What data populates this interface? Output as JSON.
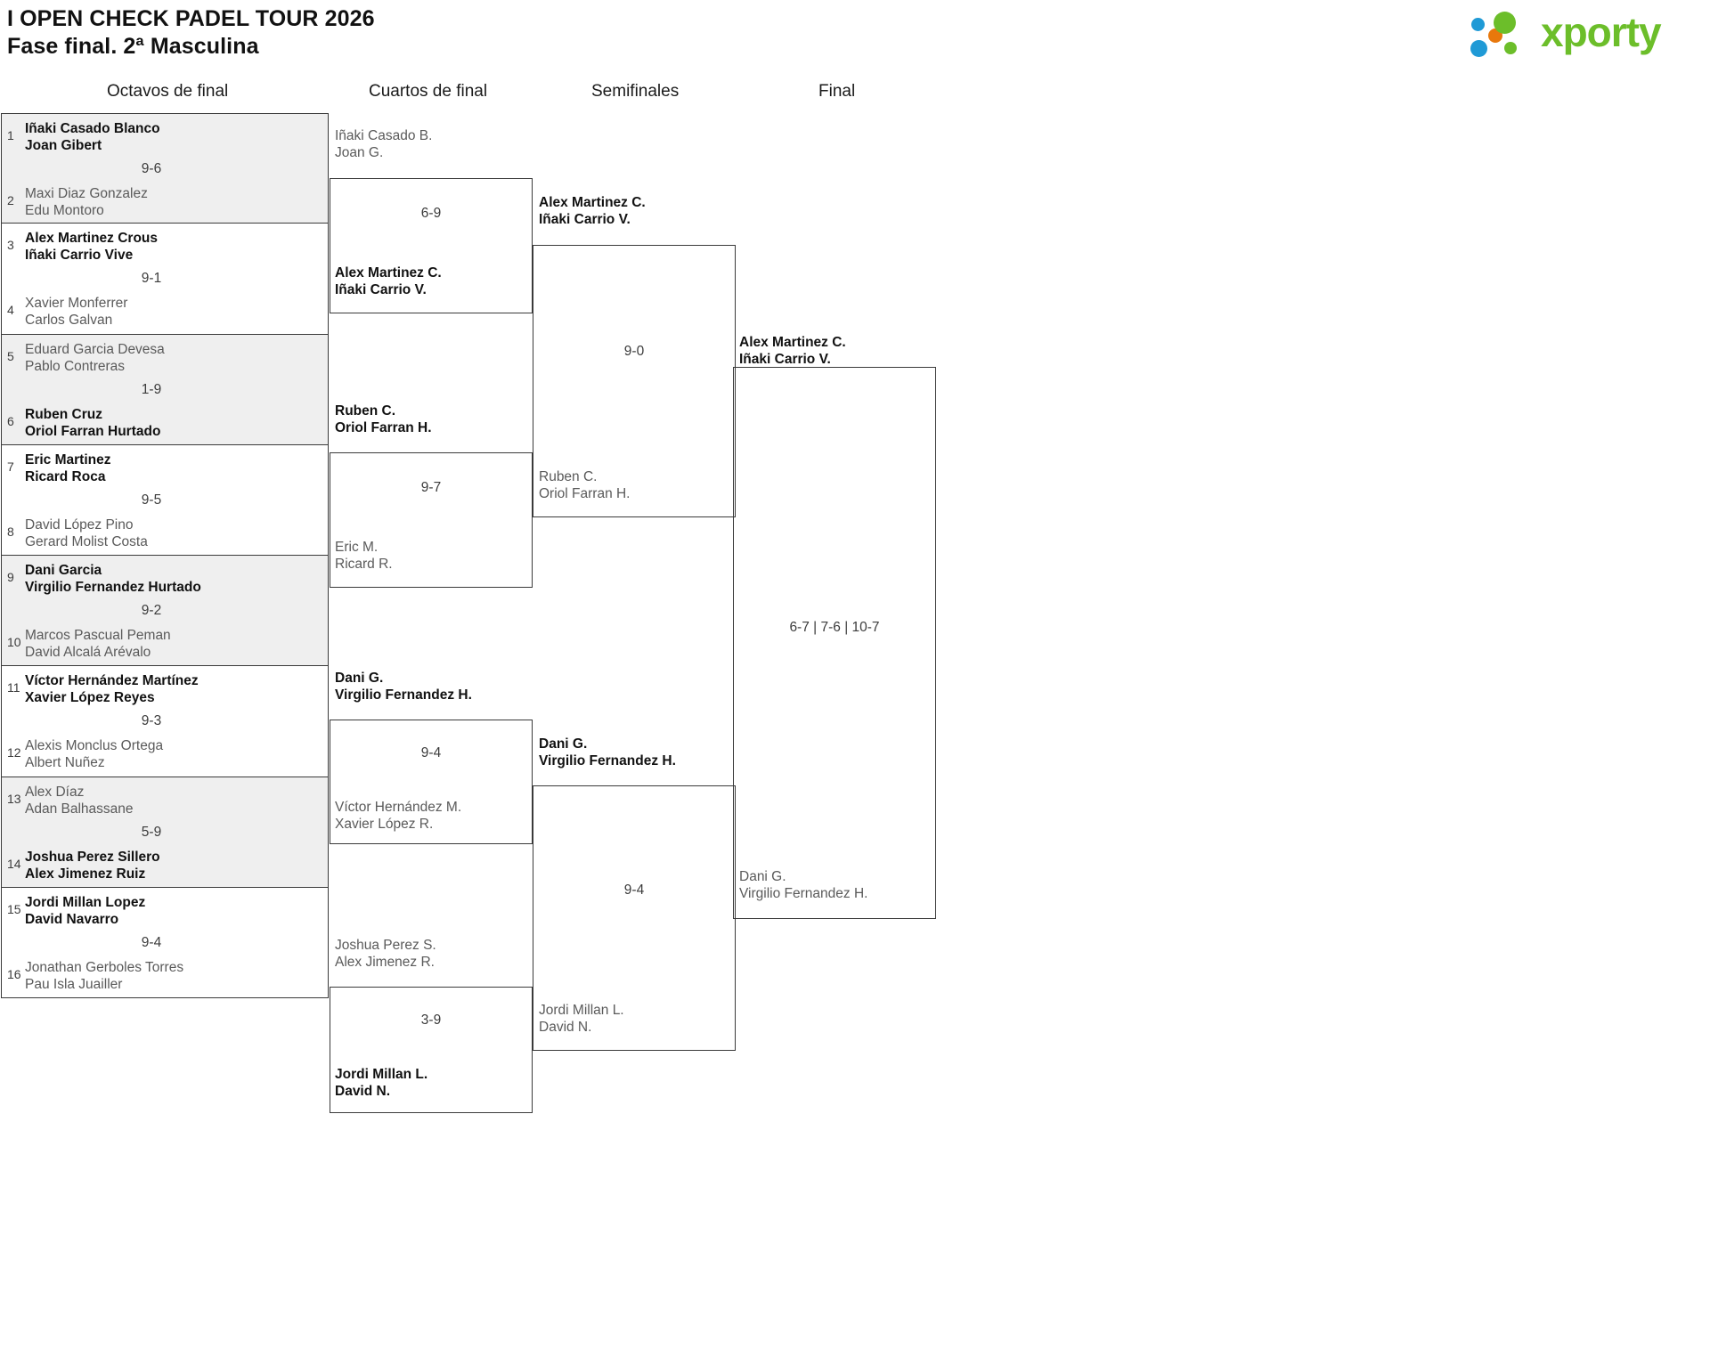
{
  "header": {
    "title_line1": "I OPEN CHECK PADEL TOUR 2026",
    "title_line2": "Fase final. 2ª Masculina",
    "logo_text": "xporty",
    "logo_colors": {
      "blue": "#1f9ad6",
      "orange": "#e8780c",
      "green": "#6cbe2a"
    }
  },
  "rounds": [
    {
      "key": "octavos",
      "label": "Octavos de final"
    },
    {
      "key": "cuartos",
      "label": "Cuartos de final"
    },
    {
      "key": "semis",
      "label": "Semifinales"
    },
    {
      "key": "final",
      "label": "Final"
    }
  ],
  "round1": [
    {
      "seed_top": "1",
      "top_l1": "Iñaki Casado Blanco",
      "top_l2": "Joan Gibert",
      "seed_bot": "2",
      "bot_l1": "Maxi Diaz Gonzalez",
      "bot_l2": "Edu Montoro",
      "score": "9-6",
      "winner": "top"
    },
    {
      "seed_top": "3",
      "top_l1": "Alex Martinez Crous",
      "top_l2": "Iñaki Carrio Vive",
      "seed_bot": "4",
      "bot_l1": "Xavier Monferrer",
      "bot_l2": "Carlos Galvan",
      "score": "9-1",
      "winner": "top"
    },
    {
      "seed_top": "5",
      "top_l1": "Eduard Garcia Devesa",
      "top_l2": "Pablo Contreras",
      "seed_bot": "6",
      "bot_l1": "Ruben Cruz",
      "bot_l2": "Oriol Farran Hurtado",
      "score": "1-9",
      "winner": "bottom"
    },
    {
      "seed_top": "7",
      "top_l1": "Eric Martinez",
      "top_l2": "Ricard Roca",
      "seed_bot": "8",
      "bot_l1": "David López Pino",
      "bot_l2": "Gerard Molist Costa",
      "score": "9-5",
      "winner": "top"
    },
    {
      "seed_top": "9",
      "top_l1": "Dani Garcia",
      "top_l2": "Virgilio Fernandez Hurtado",
      "seed_bot": "10",
      "bot_l1": "Marcos Pascual Peman",
      "bot_l2": "David Alcalá Arévalo",
      "score": "9-2",
      "winner": "top"
    },
    {
      "seed_top": "11",
      "top_l1": "Víctor Hernández Martínez",
      "top_l2": "Xavier López Reyes",
      "seed_bot": "12",
      "bot_l1": "Alexis Monclus Ortega",
      "bot_l2": "Albert Nuñez",
      "score": "9-3",
      "winner": "top"
    },
    {
      "seed_top": "13",
      "top_l1": "Alex Díaz",
      "top_l2": "Adan Balhassane",
      "seed_bot": "14",
      "bot_l1": "Joshua Perez Sillero",
      "bot_l2": "Alex Jimenez Ruiz",
      "score": "5-9",
      "winner": "bottom"
    },
    {
      "seed_top": "15",
      "top_l1": "Jordi Millan Lopez",
      "top_l2": "David Navarro",
      "seed_bot": "16",
      "bot_l1": "Jonathan Gerboles Torres",
      "bot_l2": "Pau Isla Juailler",
      "score": "9-4",
      "winner": "top"
    }
  ],
  "quarterfinals": [
    {
      "top_l1": "Iñaki Casado B.",
      "top_l2": "Joan G.",
      "bot_l1": "Alex Martinez C.",
      "bot_l2": "Iñaki Carrio V.",
      "score": "6-9",
      "winner": "bottom"
    },
    {
      "top_l1": "Ruben C.",
      "top_l2": "Oriol Farran H.",
      "bot_l1": "Eric M.",
      "bot_l2": "Ricard R.",
      "score": "9-7",
      "winner": "top"
    },
    {
      "top_l1": "Dani G.",
      "top_l2": "Virgilio Fernandez H.",
      "bot_l1": "Víctor Hernández M.",
      "bot_l2": "Xavier López R.",
      "score": "9-4",
      "winner": "top"
    },
    {
      "top_l1": "Joshua Perez S.",
      "top_l2": "Alex Jimenez R.",
      "bot_l1": "Jordi Millan L.",
      "bot_l2": "David N.",
      "score": "3-9",
      "winner": "bottom"
    }
  ],
  "semifinals": [
    {
      "top_l1": "Alex Martinez C.",
      "top_l2": "Iñaki Carrio V.",
      "bot_l1": "Ruben C.",
      "bot_l2": "Oriol Farran H.",
      "score": "9-0",
      "winner": "top"
    },
    {
      "top_l1": "Dani G.",
      "top_l2": "Virgilio Fernandez H.",
      "bot_l1": "Jordi Millan L.",
      "bot_l2": "David N.",
      "score": "9-4",
      "winner": "top"
    }
  ],
  "final": {
    "top_l1": "Alex Martinez C.",
    "top_l2": "Iñaki Carrio V.",
    "bot_l1": "Dani G.",
    "bot_l2": "Virgilio Fernandez H.",
    "score": "6-7 | 7-6 | 10-7",
    "winner": "top"
  }
}
